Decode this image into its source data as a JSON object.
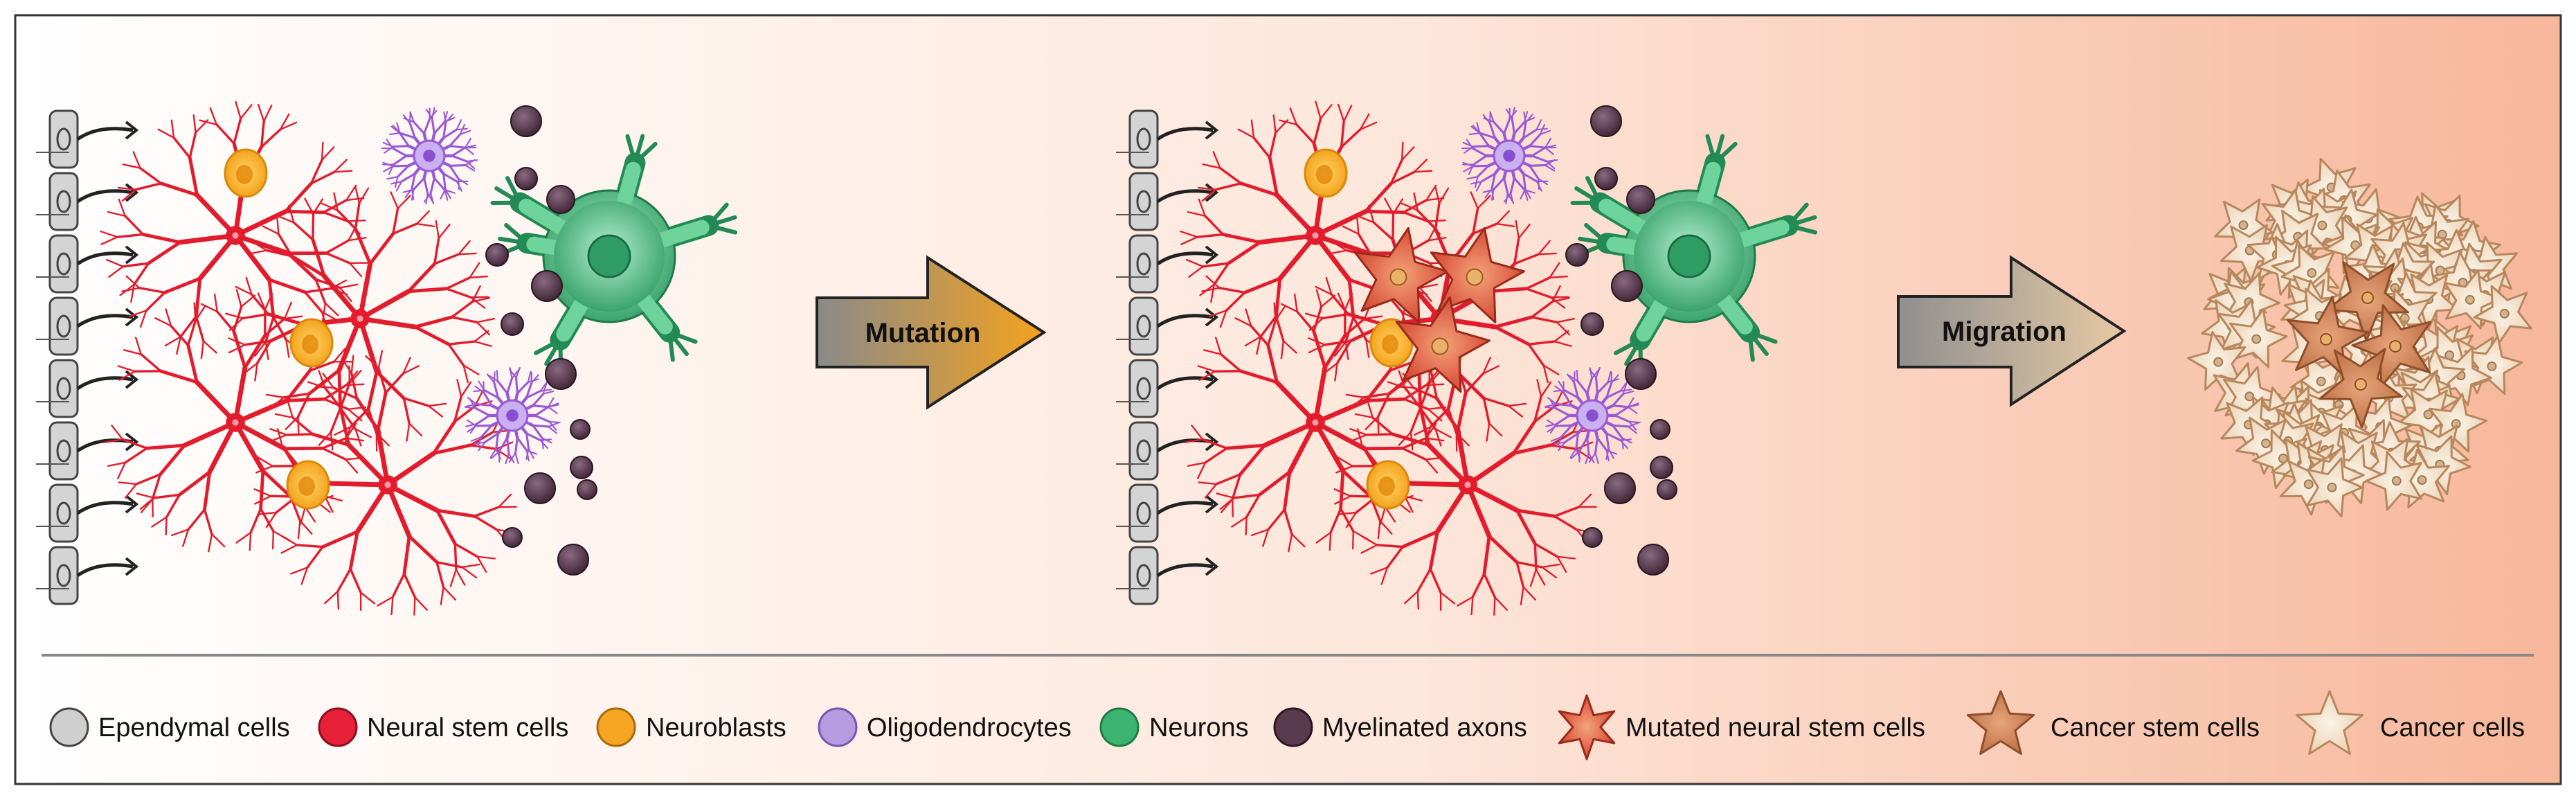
{
  "arrows": {
    "mutation": "Mutation",
    "migration": "Migration"
  },
  "legend": [
    {
      "label": "Ependymal cells",
      "icon": "ependymal-cell-icon",
      "color": "#cfcfcf"
    },
    {
      "label": "Neural stem cells",
      "icon": "neural-stem-cell-icon",
      "color": "#e8203a"
    },
    {
      "label": "Neuroblasts",
      "icon": "neuroblast-icon",
      "color": "#f5a623"
    },
    {
      "label": "Oligodendrocytes",
      "icon": "oligodendrocyte-icon",
      "color": "#b79be0"
    },
    {
      "label": "Neurons",
      "icon": "neuron-icon",
      "color": "#3cb371"
    },
    {
      "label": "Myelinated axons",
      "icon": "myelinated-axon-icon",
      "color": "#5a3a4e"
    },
    {
      "label": "Mutated neural stem cells",
      "icon": "mutated-stem-cell-icon",
      "color": "#d9452f"
    },
    {
      "label": "Cancer stem cells",
      "icon": "cancer-stem-cell-icon",
      "color": "#d08a60"
    },
    {
      "label": "Cancer cells",
      "icon": "cancer-cell-icon",
      "color": "#f2e2c8"
    }
  ],
  "colors": {
    "ependymal": "#d4d4d4",
    "stem": "#e21c2c",
    "neuroblast": "#f5a623",
    "oligo": "#9b59d6",
    "neuron": "#2eaa6a",
    "axon": "#4e2f45",
    "mutated": "#d9452f",
    "cancerStem": "#d0875a",
    "cancer": "#f3e3c9"
  }
}
